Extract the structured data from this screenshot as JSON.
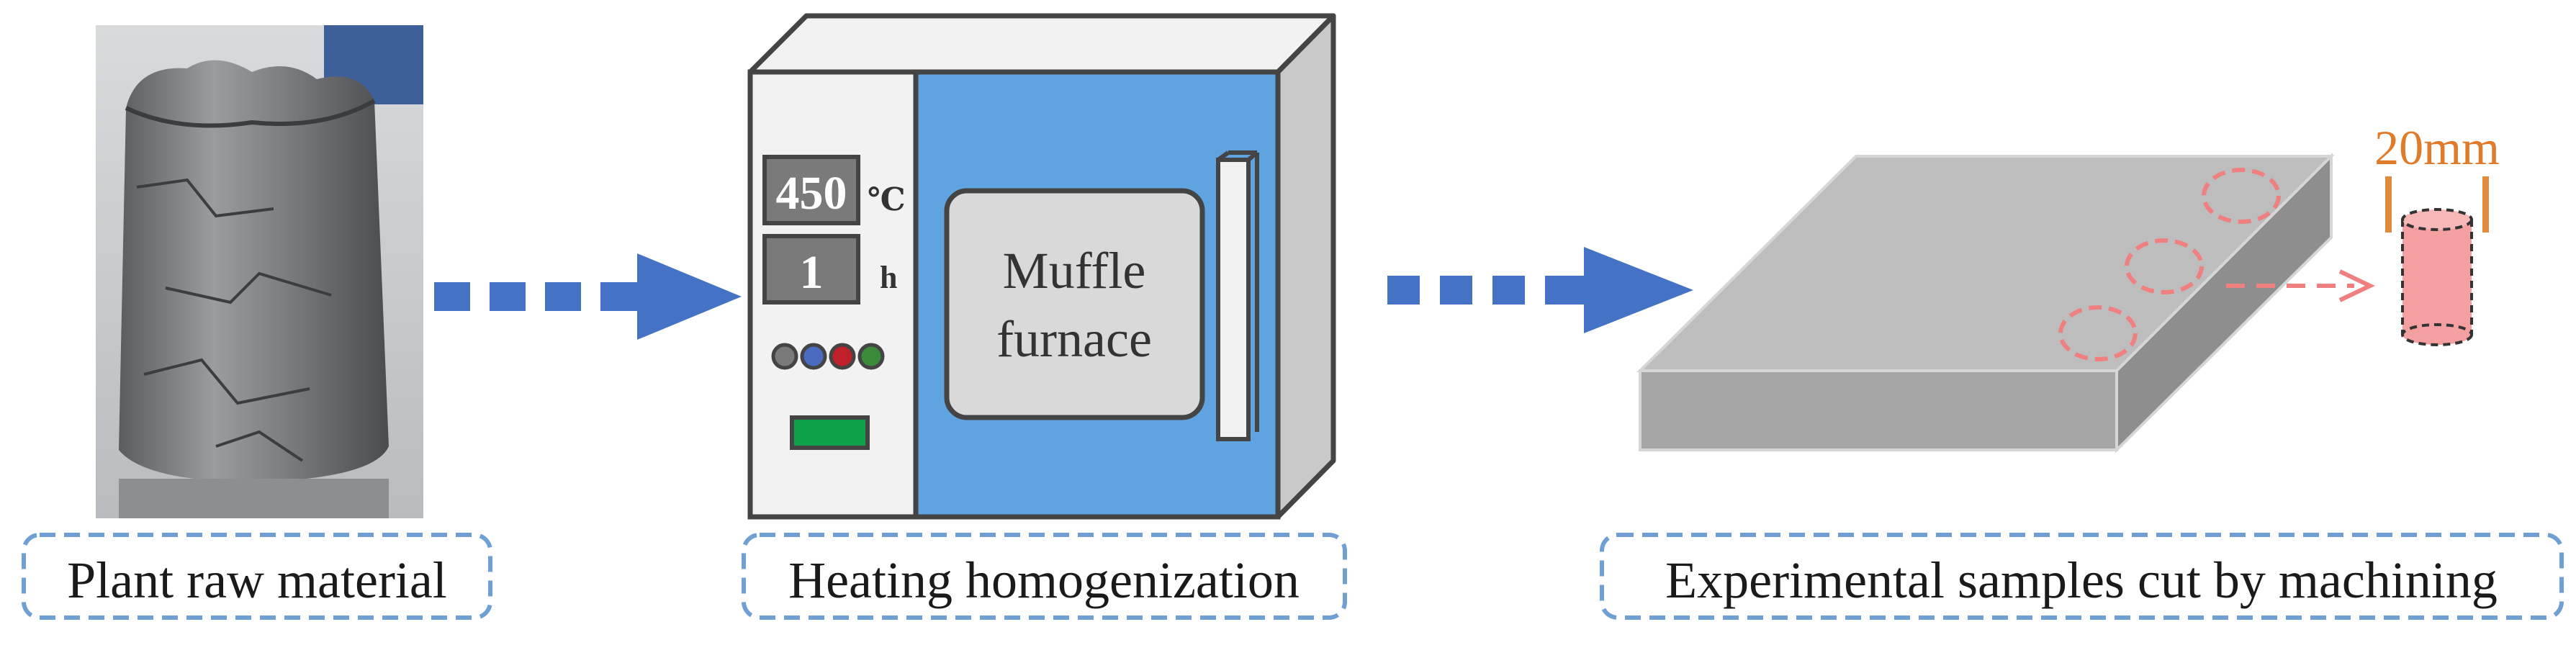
{
  "labels": {
    "raw_material": "Plant raw material",
    "heating": "Heating homogenization",
    "samples": "Experimental samples cut by machining"
  },
  "furnace": {
    "temperature_value": "450",
    "temperature_unit": "℃",
    "time_value": "1",
    "time_unit": "h",
    "name_line1": "Muffle",
    "name_line2": "furnace",
    "indicator_colors": [
      "#7a7a7a",
      "#4a6cc0",
      "#c0202a",
      "#3a8a3a"
    ],
    "display_color": "#0fa14a"
  },
  "sample": {
    "dimension": "20mm"
  },
  "colors": {
    "arrow": "#4472c4",
    "label_border": "#6f9fd3",
    "furnace_door": "#5fa3e0",
    "sample_accent": "#f08080",
    "dimension_text": "#e07b2a"
  }
}
